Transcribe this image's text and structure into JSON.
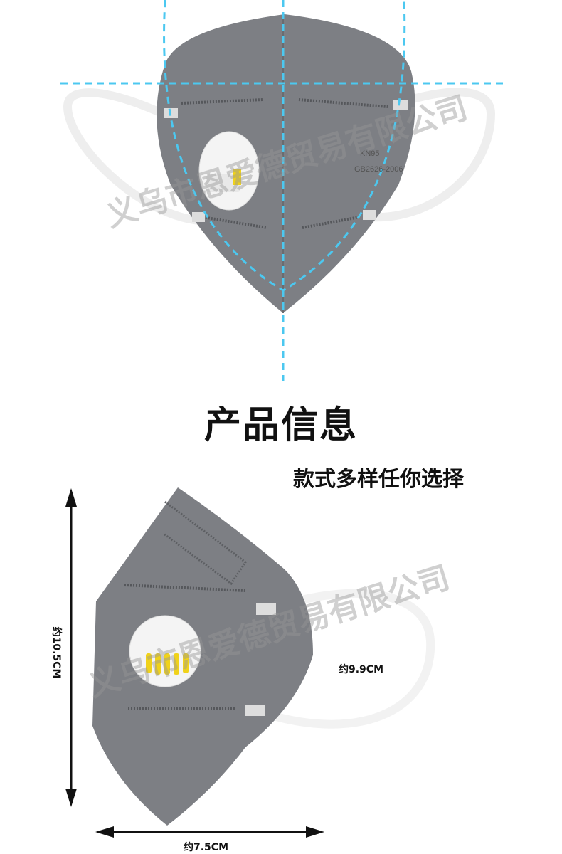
{
  "section_title": "产品信息",
  "subtitle": "款式多样任你选择",
  "dimensions": {
    "height": "约10.5CM",
    "strap": "约9.9CM",
    "width": "约7.5CM"
  },
  "mask_print": {
    "standard": "KN95",
    "code": "GB2626-2006"
  },
  "watermark": "义乌市恩爱德贸易有限公司",
  "colors": {
    "guide_line": "#4cc8f0",
    "mask_gray": "#7d7f84",
    "valve_white": "#f4f4f4",
    "valve_yellow": "#f0d21a"
  }
}
